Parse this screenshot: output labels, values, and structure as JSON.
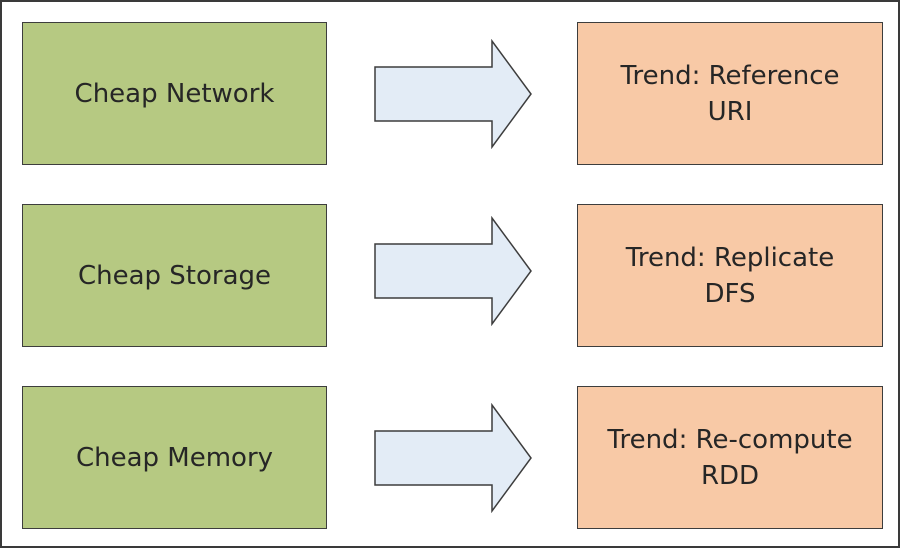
{
  "colors": {
    "cause_fill": "#b6c982",
    "trend_fill": "#f8c9a6",
    "arrow_fill": "#e3ecf6",
    "stroke": "#3d3d3d"
  },
  "rows": [
    {
      "cause": "Cheap Network",
      "trend_line1": "Trend: Reference",
      "trend_line2": "URI"
    },
    {
      "cause": "Cheap Storage",
      "trend_line1": "Trend: Replicate",
      "trend_line2": "DFS"
    },
    {
      "cause": "Cheap Memory",
      "trend_line1": "Trend: Re-compute",
      "trend_line2": "RDD"
    }
  ]
}
